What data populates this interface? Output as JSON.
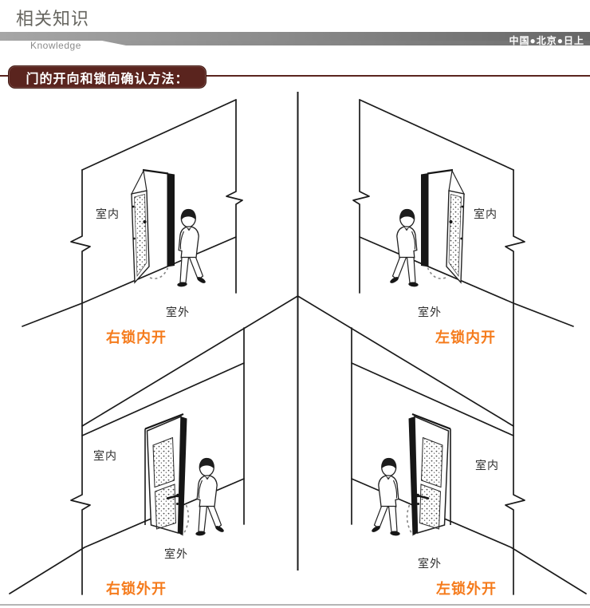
{
  "header": {
    "title": "相关知识",
    "subtitle": "Knowledge",
    "brand": "中国●北京●日上"
  },
  "section": {
    "banner": "门的开向和锁向确认方法："
  },
  "panels": [
    {
      "id": "top-left",
      "indoor": "室内",
      "outdoor": "室外",
      "caption": "右锁内开"
    },
    {
      "id": "top-right",
      "indoor": "室内",
      "outdoor": "室外",
      "caption": "左锁内开"
    },
    {
      "id": "bottom-left",
      "indoor": "室内",
      "outdoor": "室外",
      "caption": "右锁外开"
    },
    {
      "id": "bottom-right",
      "indoor": "室内",
      "outdoor": "室外",
      "caption": "左锁外开"
    }
  ],
  "colors": {
    "caption_orange": "#f57b1c",
    "banner_maroon": "#5a241e",
    "header_bar_gray": "#8c8c8c",
    "bottom_rule_gray": "#b5b5b5"
  }
}
